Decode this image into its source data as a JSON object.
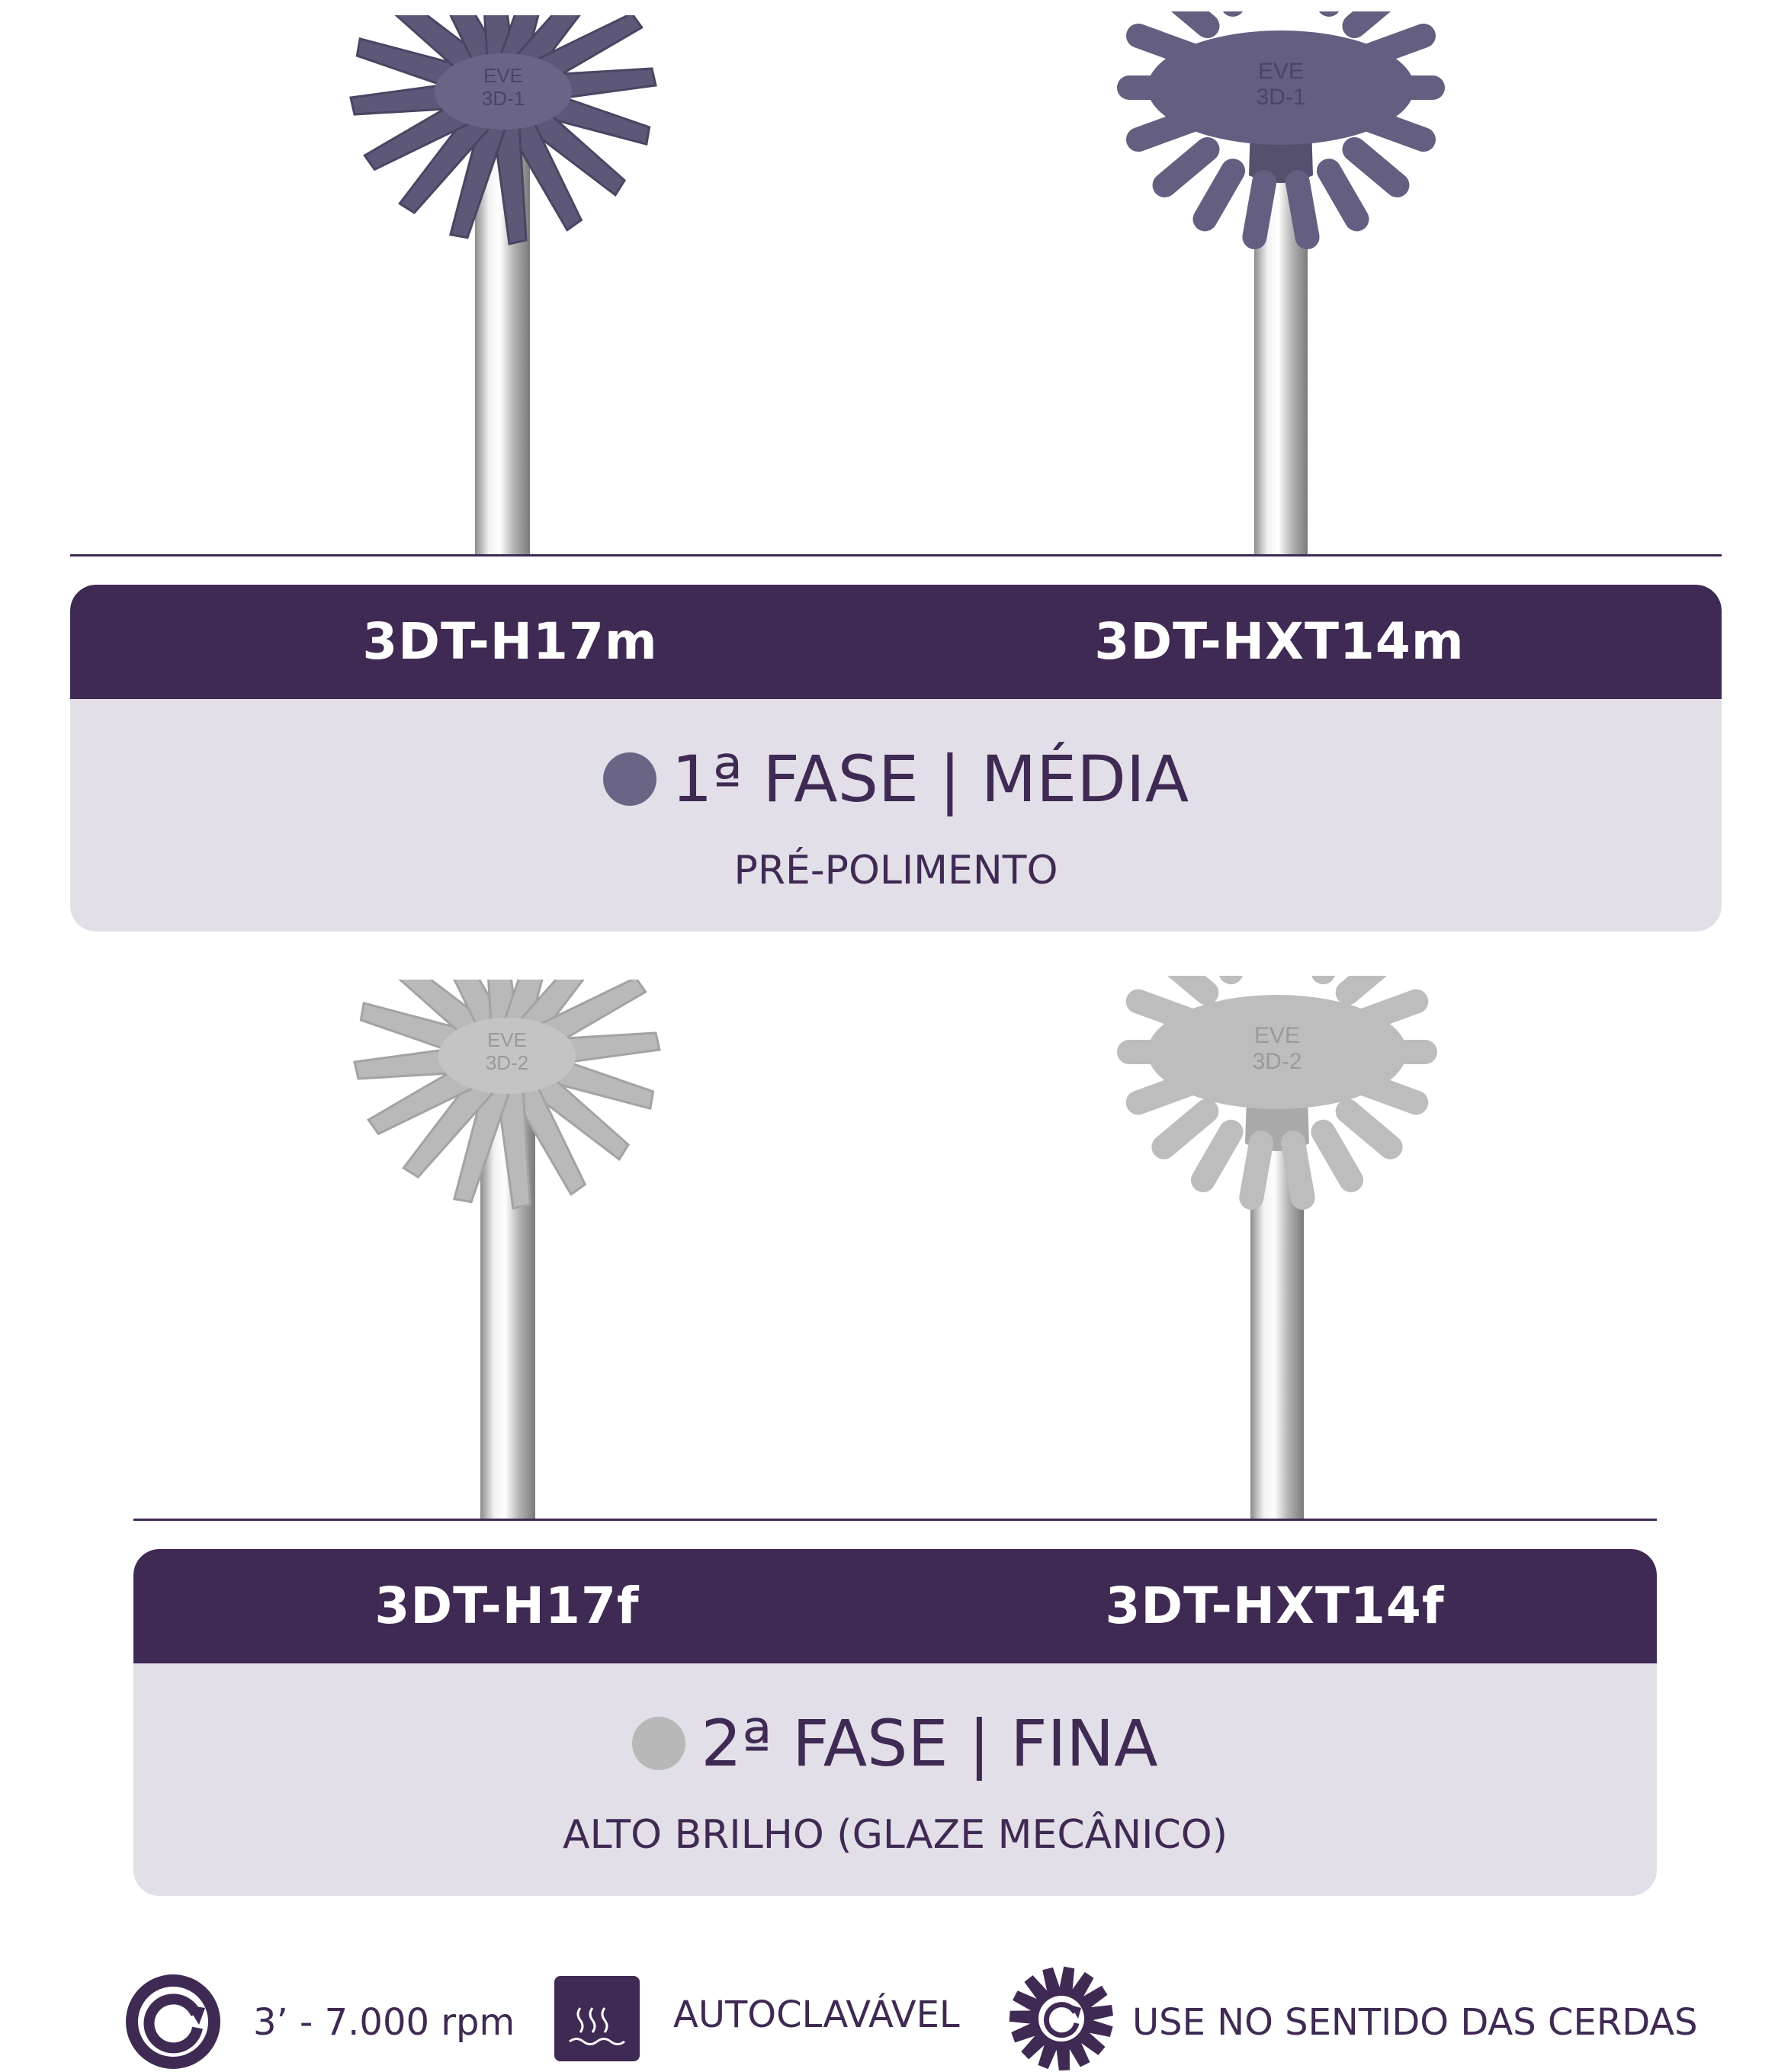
{
  "colors": {
    "brand_dark": "#3f2a53",
    "panel_light": "#e3dfe8",
    "phase1_purple": "#6b6585",
    "phase2_gray": "#b8b8b8"
  },
  "products": {
    "phase1": {
      "left": {
        "code": "3DT-H17m",
        "engraving_line1": "EVE",
        "engraving_line2": "3D-1"
      },
      "right": {
        "code": "3DT-HXT14m",
        "engraving_line1": "EVE",
        "engraving_line2": "3D-1"
      },
      "title": "1ª FASE | MÉDIA",
      "subtitle": "PRÉ-POLIMENTO"
    },
    "phase2": {
      "left": {
        "code": "3DT-H17f",
        "engraving_line1": "EVE",
        "engraving_line2": "3D-2"
      },
      "right": {
        "code": "3DT-HXT14f",
        "engraving_line1": "EVE",
        "engraving_line2": "3D-2"
      },
      "title": "2ª FASE | FINA",
      "subtitle": "ALTO BRILHO (GLAZE MECÂNICO)"
    }
  },
  "footer": {
    "speed": {
      "icon": "rotation-icon",
      "label": "3’ - 7.000 rpm"
    },
    "autoclave": {
      "icon": "autoclave-icon",
      "label": "AUTOCLAVÁVEL"
    },
    "direction": {
      "icon": "bristle-direction-icon",
      "label": "USE NO SENTIDO DAS CERDAS"
    }
  }
}
